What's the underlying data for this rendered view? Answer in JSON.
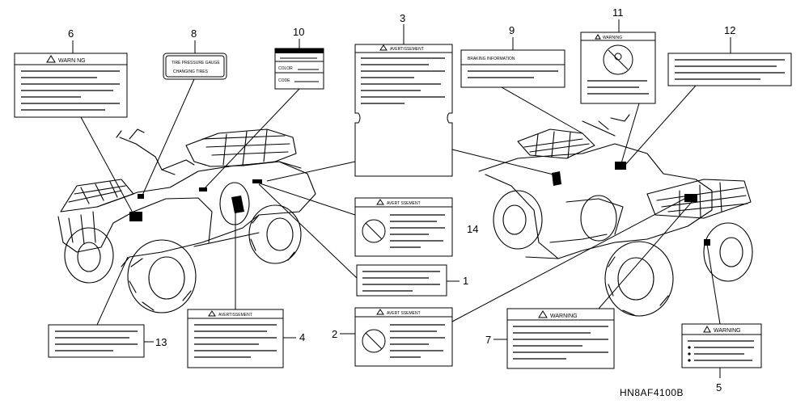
{
  "callouts": {
    "n1": "1",
    "n2": "2",
    "n3": "3",
    "n4": "4",
    "n5": "5",
    "n6": "6",
    "n7": "7",
    "n8": "8",
    "n9": "9",
    "n10": "10",
    "n11": "11",
    "n12": "12",
    "n13": "13",
    "n14": "14"
  },
  "labels": {
    "warning": "WARNING",
    "warning_spaced": "WARN NG",
    "avertissement": "AVERTISSEMENT",
    "avertissement_spaced": "AVERT SSEMENT",
    "tire_line1": "TIRE PRESSURE GAUGE",
    "tire_line2": "CHANGING TIRES",
    "braking": "BRAKING INFORMATION",
    "color": "COLOR",
    "code": "CODE"
  },
  "diagram_code": "HN8AF4100B"
}
